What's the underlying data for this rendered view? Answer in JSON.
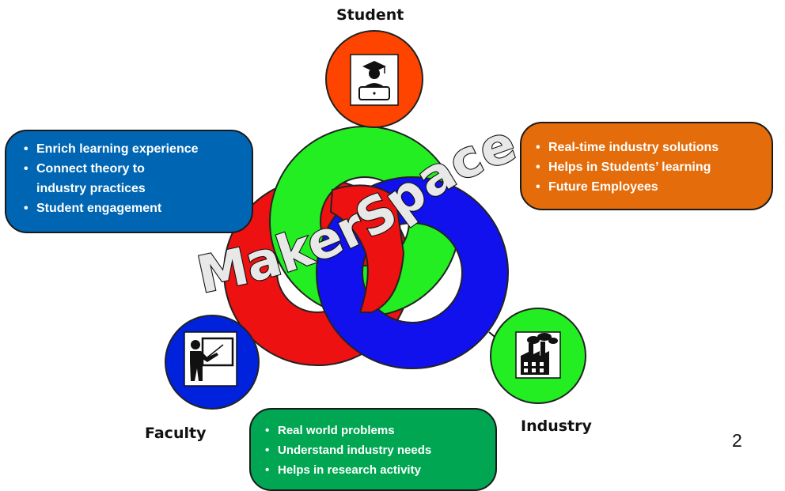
{
  "nodes": {
    "student": "Student",
    "faculty": "Faculty",
    "industry": "Industry"
  },
  "center_label": "MakerSpace",
  "boxes": {
    "blue": {
      "items": [
        "Enrich learning experience",
        "Connect theory to",
        "industry practices",
        "Student engagement"
      ]
    },
    "orange": {
      "items": [
        "Real-time industry solutions",
        "Helps in Students’ learning",
        "Future Employees"
      ]
    },
    "green": {
      "items": [
        "Real world problems",
        "Understand industry needs",
        "Helps in research activity"
      ]
    }
  },
  "page_number": "2",
  "colors": {
    "ring_green": "#22ee22",
    "ring_red": "#ee1111",
    "ring_blue": "#1111ee",
    "student_circle": "#ff4400",
    "faculty_circle": "#0022dd",
    "industry_circle": "#22ee22",
    "box_blue": "#0066b3",
    "box_orange": "#e46c0a",
    "box_green": "#00a651"
  },
  "icons": {
    "student": "graduate-laptop-icon",
    "faculty": "teacher-board-icon",
    "industry": "factory-icon"
  }
}
